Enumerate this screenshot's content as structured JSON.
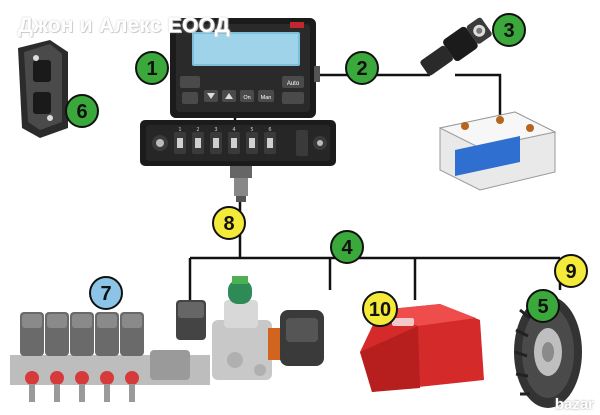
{
  "watermark": "Джон и Алекс ЕООД",
  "corner_logo": "bazar",
  "callouts": [
    {
      "id": "1",
      "label": "1",
      "color": "#3aa83a"
    },
    {
      "id": "2",
      "label": "2",
      "color": "#3aa83a"
    },
    {
      "id": "3",
      "label": "3",
      "color": "#3aa83a"
    },
    {
      "id": "4",
      "label": "4",
      "color": "#3aa83a"
    },
    {
      "id": "5",
      "label": "5",
      "color": "#3aa83a"
    },
    {
      "id": "6",
      "label": "6",
      "color": "#3aa83a"
    },
    {
      "id": "7",
      "label": "7",
      "color": "#8cc4e8"
    },
    {
      "id": "8",
      "label": "8",
      "color": "#f4ea3a"
    },
    {
      "id": "9",
      "label": "9",
      "color": "#f4ea3a"
    },
    {
      "id": "10",
      "label": "10",
      "color": "#f4ea3a"
    }
  ],
  "controller": {
    "keys": [
      "Auto",
      "On",
      "Man"
    ],
    "switch_numbers": [
      "1",
      "2",
      "3",
      "4",
      "5",
      "6"
    ]
  },
  "colors": {
    "console": "#1b1b1b",
    "screen": "#7ec0dc",
    "cable": "#111111",
    "cover_red": "#d42a2a",
    "battery_blue": "#2f6fd0",
    "valve_red": "#d63a3a"
  }
}
